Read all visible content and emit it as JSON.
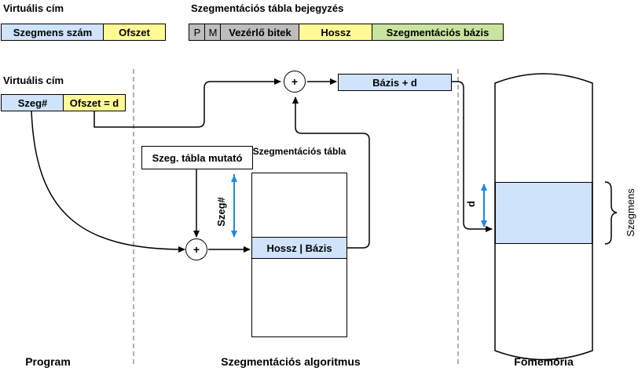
{
  "legend": {
    "virtual_address_title": "Virtuális cím",
    "segment_number": "Szegmens szám",
    "offset": "Ofszet",
    "entry_title": "Szegmentációs tábla bejegyzés",
    "p": "P",
    "m": "M",
    "control_bits": "Vezérlő bitek",
    "length": "Hossz",
    "base": "Szegmentációs bázis"
  },
  "program": {
    "virtual_address_title": "Virtuális cím",
    "seg": "Szeg#",
    "offset_d": "Ofszet = d"
  },
  "algorithm": {
    "plus": "+",
    "table_pointer": "Szeg. tábla mutató",
    "table_title": "Szegmentációs tábla",
    "row_label": "Hossz | Bázis",
    "seg_arrow_label": "Szeg#",
    "base_plus_d": "Bázis + d"
  },
  "memory": {
    "d_label": "d",
    "segment_label": "Szegmens"
  },
  "sections": {
    "program": "Program",
    "algorithm": "Szegmentációs algoritmus",
    "memory": "Főmemória"
  },
  "colors": {
    "blue": "#cfe3fb",
    "yellow": "#fffa96",
    "gray": "#bdbdbd",
    "green": "#c9e4a0",
    "arrow_blue": "#1e88e5",
    "divider": "#999999"
  }
}
